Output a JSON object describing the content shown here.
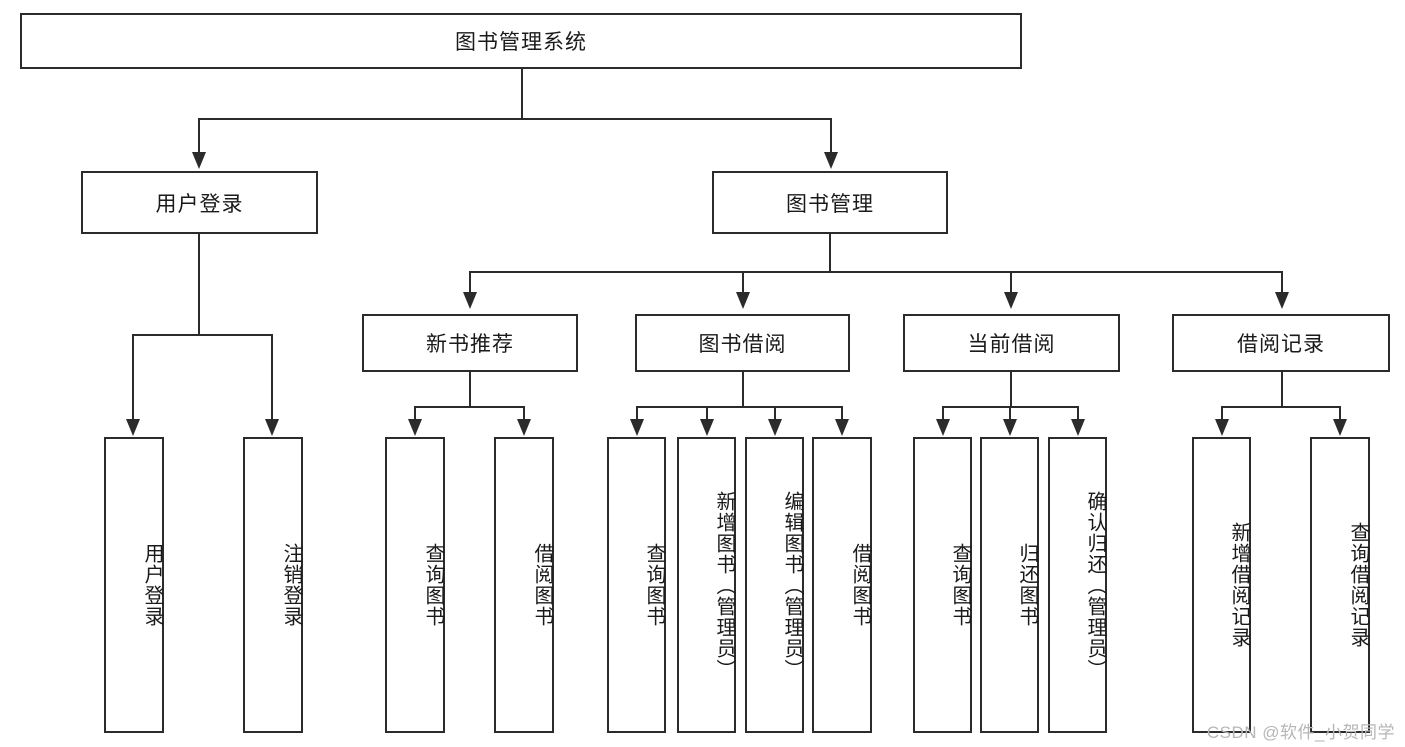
{
  "diagram": {
    "type": "tree-hierarchy-chart",
    "title": "图书管理系统",
    "background_color": "#ffffff",
    "line_color": "#2b2b2b",
    "text_color": "#1a1a1a",
    "levels": {
      "root": {
        "label": "图书管理系统"
      },
      "level2": [
        {
          "label": "用户登录"
        },
        {
          "label": "图书管理"
        }
      ],
      "level3": [
        {
          "label": "新书推荐"
        },
        {
          "label": "图书借阅"
        },
        {
          "label": "当前借阅"
        },
        {
          "label": "借阅记录"
        }
      ],
      "leaves": {
        "user_login": [
          {
            "label": "用户登录"
          },
          {
            "label": "注销登录"
          }
        ],
        "new_book_recommend": [
          {
            "label": "查询图书"
          },
          {
            "label": "借阅图书"
          }
        ],
        "book_borrow": [
          {
            "label": "查询图书"
          },
          {
            "label": "新增图书（管理员）"
          },
          {
            "label": "编辑图书（管理员）"
          },
          {
            "label": "借阅图书"
          }
        ],
        "current_borrow": [
          {
            "label": "查询图书"
          },
          {
            "label": "归还图书"
          },
          {
            "label": "确认归还（管理员）"
          }
        ],
        "borrow_records": [
          {
            "label": "新增借阅记录"
          },
          {
            "label": "查询借阅记录"
          }
        ]
      }
    }
  },
  "watermark": {
    "text": "CSDN @软件_小贺同学",
    "color": "#b6b6b6"
  }
}
